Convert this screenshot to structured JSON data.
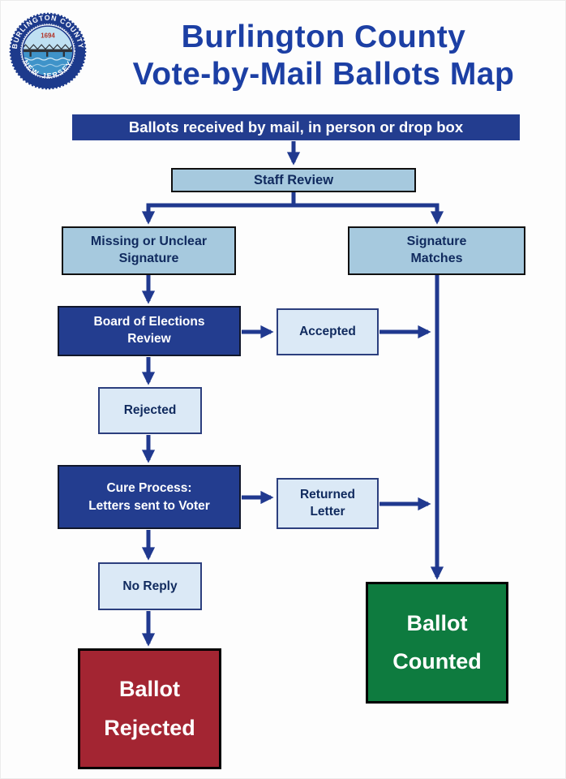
{
  "header": {
    "title_line1": "Burlington County",
    "title_line2": "Vote-by-Mail Ballots Map",
    "seal": {
      "top_text": "BURLINGTON COUNTY",
      "bottom_text": "NEW JERSEY",
      "year": "1694"
    }
  },
  "nodes": {
    "start": {
      "label": "Ballots received by mail, in person or drop box"
    },
    "staff_review": {
      "label": "Staff Review"
    },
    "missing_signature": {
      "label": "Missing or Unclear\nSignature"
    },
    "signature_matches": {
      "label": "Signature\nMatches"
    },
    "board_review": {
      "label": "Board of Elections\nReview"
    },
    "accepted": {
      "label": "Accepted"
    },
    "rejected": {
      "label": "Rejected"
    },
    "cure_process": {
      "label": "Cure Process:\nLetters sent to Voter"
    },
    "returned_letter": {
      "label": "Returned\nLetter"
    },
    "no_reply": {
      "label": "No Reply"
    },
    "ballot_rejected": {
      "label": "Ballot\nRejected"
    },
    "ballot_counted": {
      "label": "Ballot\nCounted"
    }
  },
  "colors": {
    "navy": "#233d8f",
    "title_blue": "#1c3fa4",
    "light_blue": "#a6c9de",
    "pale_blue": "#dbe9f6",
    "green": "#0e7b3f",
    "red": "#a32532",
    "arrow": "#20398f",
    "dark_text": "#102a5e"
  }
}
